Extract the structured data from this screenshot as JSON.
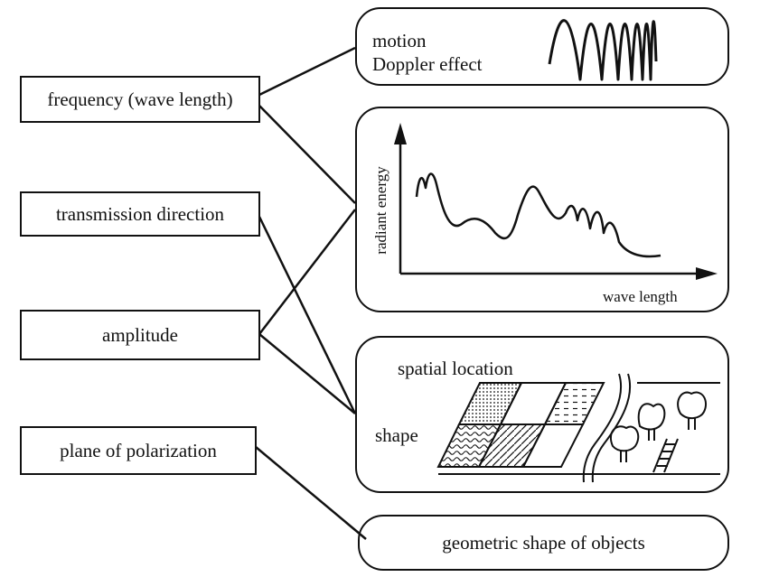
{
  "left_boxes": [
    {
      "id": "frequency",
      "label": "frequency (wave length)"
    },
    {
      "id": "transmission",
      "label": "transmission direction"
    },
    {
      "id": "amplitude",
      "label": "amplitude"
    },
    {
      "id": "polarization",
      "label": "plane of polarization"
    }
  ],
  "right_boxes": {
    "motion": {
      "line1": "motion",
      "line2": "Doppler effect"
    },
    "spectrum": {
      "ylabel": "radiant energy",
      "xlabel": "wave length"
    },
    "spatial": {
      "title": "spatial location",
      "shape": "shape"
    },
    "geometric": {
      "label": "geometric shape of objects"
    }
  },
  "connections": [
    {
      "from": "frequency",
      "to": "motion"
    },
    {
      "from": "frequency",
      "to": "spectrum"
    },
    {
      "from": "transmission",
      "to": "spatial"
    },
    {
      "from": "amplitude",
      "to": "spectrum"
    },
    {
      "from": "amplitude",
      "to": "spatial"
    },
    {
      "from": "polarization",
      "to": "geometric"
    }
  ]
}
